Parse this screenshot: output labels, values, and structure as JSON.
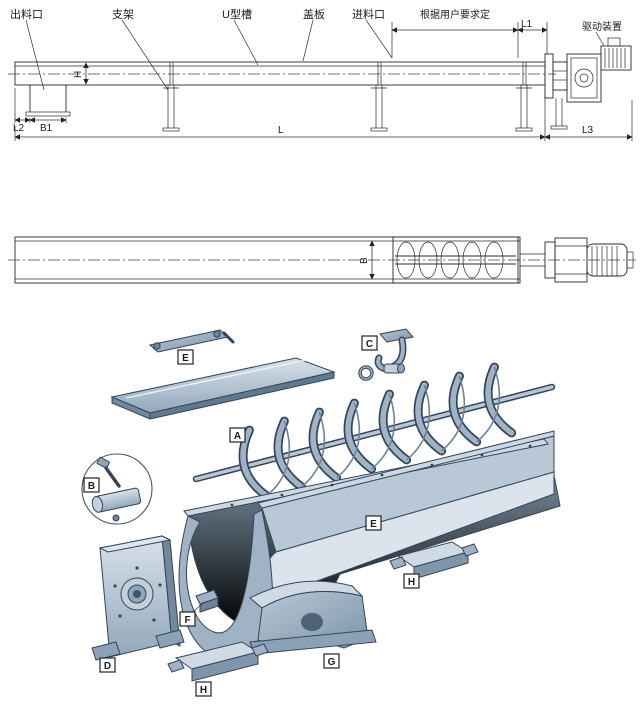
{
  "side_view": {
    "callouts": {
      "discharge_port": "出料口",
      "support_bracket": "支架",
      "u_trough": "U型槽",
      "cover_plate": "盖板",
      "inlet_port": "进料口",
      "per_user_requirement": "根据用户要求定",
      "drive_unit": "驱动装置"
    },
    "dimensions": {
      "l1": "L1",
      "l2": "L2",
      "b1": "B1",
      "l": "L",
      "l3": "L3",
      "h": "H"
    }
  },
  "top_view": {
    "dimensions": {
      "b": "B"
    }
  },
  "exploded_view": {
    "labels": {
      "a": "A",
      "b": "B",
      "c": "C",
      "d": "D",
      "e_cover": "E",
      "e_trough": "E",
      "f": "F",
      "g": "G",
      "h_lower": "H",
      "h_upper": "H"
    }
  },
  "colors": {
    "steel_light": "#dbe4ec",
    "steel_mid": "#9fb3c5",
    "steel_dark": "#5f7488",
    "line": "#2a2a2a"
  }
}
